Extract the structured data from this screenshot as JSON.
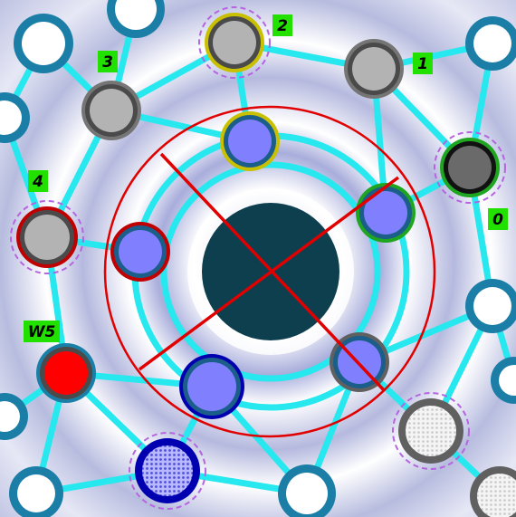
{
  "colors": {
    "edge": "#26e8ee",
    "empty_ring": "#1b7ea6",
    "center_hub": "#0d3f4f",
    "unit_fill": "#8080ff",
    "neutral_fill": "#b3b3b3",
    "label_bg": "#22e000",
    "selection": "#e00000",
    "dashed_ring": "#b565e0"
  },
  "hub": {
    "name": "center-hub"
  },
  "nodes": [
    {
      "id": "n-tl",
      "kind": "empty",
      "ring": "#1b7ea6"
    },
    {
      "id": "n-top1",
      "kind": "empty",
      "ring": "#1b7ea6"
    },
    {
      "id": "n-tr",
      "kind": "empty",
      "ring": "#1b7ea6"
    },
    {
      "id": "n-left1",
      "kind": "empty",
      "ring": "#1b7ea6"
    },
    {
      "id": "n-right1",
      "kind": "empty",
      "ring": "#1b7ea6"
    },
    {
      "id": "n-right2",
      "kind": "empty",
      "ring": "#1b7ea6"
    },
    {
      "id": "n-left2",
      "kind": "empty",
      "ring": "#1b7ea6"
    },
    {
      "id": "n-bl",
      "kind": "empty",
      "ring": "#1b7ea6"
    },
    {
      "id": "n-bot1",
      "kind": "empty",
      "ring": "#1b7ea6"
    },
    {
      "id": "n-2",
      "kind": "neutral",
      "ring": "#c8c000",
      "label": "2",
      "dashed": true
    },
    {
      "id": "n-1",
      "kind": "neutral",
      "ring": "#757575",
      "label": "1"
    },
    {
      "id": "n-3",
      "kind": "neutral",
      "ring": "#757575",
      "label": "3"
    },
    {
      "id": "n-0",
      "kind": "dark",
      "ring": "#1fa51f",
      "label": "0",
      "dashed": true
    },
    {
      "id": "n-4",
      "kind": "neutral",
      "ring": "#c00000",
      "label": "4",
      "dashed": true
    },
    {
      "id": "n-w5",
      "kind": "red",
      "ring": "#1b7ea6",
      "label": "W5"
    },
    {
      "id": "u-top",
      "kind": "unit",
      "ring": "#c8c000"
    },
    {
      "id": "u-right",
      "kind": "unit",
      "ring": "#1fa51f"
    },
    {
      "id": "u-left",
      "kind": "unit",
      "ring": "#c00000"
    },
    {
      "id": "u-bottom",
      "kind": "unit",
      "ring": "#0000b0"
    },
    {
      "id": "u-br",
      "kind": "unit",
      "ring": "#606060"
    },
    {
      "id": "n-br-gray",
      "kind": "pattern",
      "ring": "#606060",
      "dashed": true
    },
    {
      "id": "n-bl-blue",
      "kind": "pattern-blue",
      "ring": "#0000b0",
      "dashed": true
    },
    {
      "id": "n-corner",
      "kind": "pattern",
      "ring": "#606060"
    }
  ],
  "labels": [
    "2",
    "1",
    "3",
    "0",
    "4",
    "W5"
  ]
}
